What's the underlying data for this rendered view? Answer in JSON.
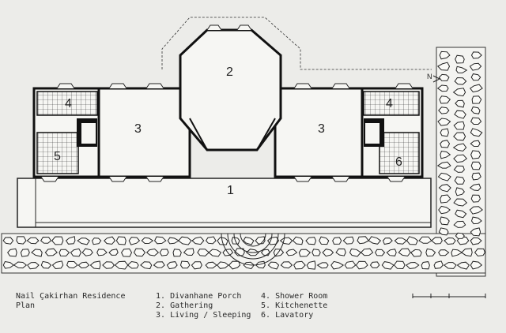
{
  "drawing": {
    "title_line1": "Nail Çakirhan Residence",
    "title_line2": "Plan",
    "room_numbers": {
      "porch": "1",
      "gathering": "2",
      "living_left": "3",
      "living_right": "3",
      "shower_left": "4",
      "shower_right": "4",
      "kitchenette_left": "5",
      "lavatory_right": "6"
    },
    "legend": [
      {
        "num": "1.",
        "label": "Divanhane Porch"
      },
      {
        "num": "2.",
        "label": "Gathering"
      },
      {
        "num": "3.",
        "label": "Living / Sleeping"
      },
      {
        "num": "4.",
        "label": "Shower Room"
      },
      {
        "num": "5.",
        "label": "Kitchenette"
      },
      {
        "num": "6.",
        "label": "Lavatory"
      }
    ],
    "north_arrow": "N"
  }
}
